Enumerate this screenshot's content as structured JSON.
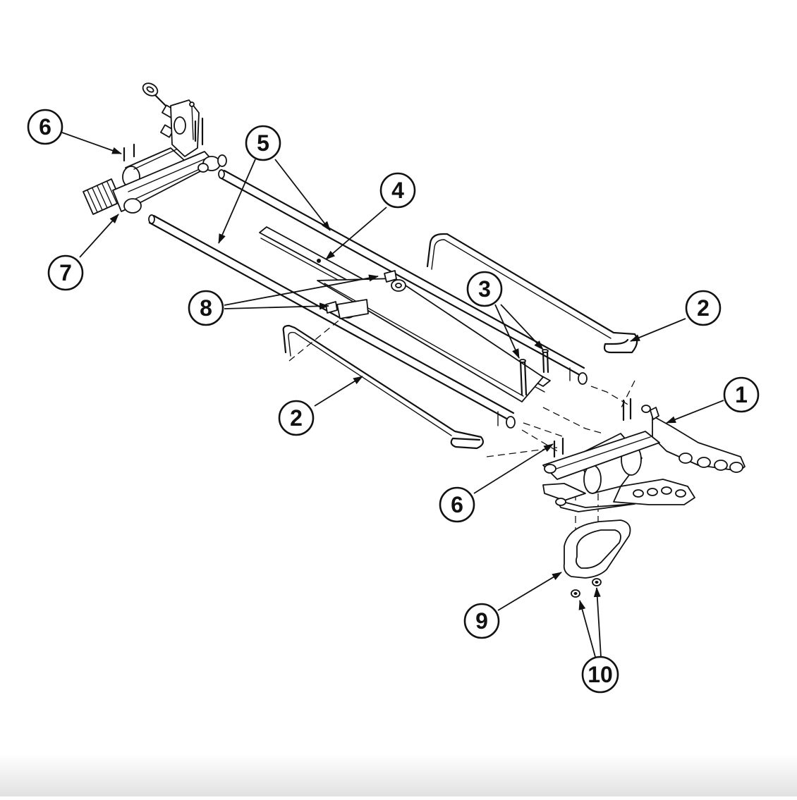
{
  "callouts": {
    "c1": "1",
    "c2_upper": "2",
    "c2_lower": "2",
    "c3": "3",
    "c4": "4",
    "c5": "5",
    "c6_upper": "6",
    "c6_lower": "6",
    "c7": "7",
    "c8": "8",
    "c9": "9",
    "c10": "10"
  }
}
